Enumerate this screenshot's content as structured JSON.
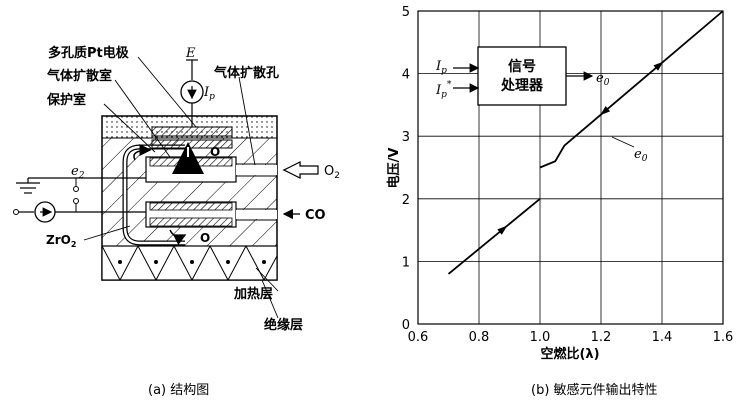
{
  "left": {
    "caption": "(a)  结构图",
    "labels": {
      "electrode": "多孔质Pt电极",
      "diffusion_chamber": "气体扩散室",
      "protect_chamber": "保护室",
      "diffusion_hole": "气体扩散孔",
      "E": "E",
      "Ip": "I",
      "Ip_sub": "p",
      "e2": "e",
      "e2_sub": "2",
      "O_top": "O",
      "O_bottom": "O",
      "O2": "O",
      "O2_sub": "2",
      "CO": "CO",
      "ZrO2": "ZrO",
      "ZrO2_sub": "2",
      "heater": "加热层",
      "insulator": "绝缘层"
    }
  },
  "right": {
    "caption": "(b)  敏感元件输出特性",
    "processor": {
      "line1": "信号",
      "line2": "处理器"
    },
    "inputs": {
      "ip": "I",
      "ip_sub": "p",
      "ipstar": "I",
      "ipstar_sub": "p",
      "ipstar_sup": "*"
    },
    "output": {
      "e": "e",
      "sub": "0"
    },
    "curve_label": {
      "e": "e",
      "sub": "0"
    }
  },
  "chart_data": {
    "type": "line",
    "xlabel": "空燃比(λ)",
    "ylabel": "电压/V",
    "xlim": [
      0.6,
      1.6
    ],
    "ylim": [
      0,
      5
    ],
    "xticks": [
      "0.6",
      "0.8",
      "1.0",
      "1.2",
      "1.4",
      "1.6"
    ],
    "yticks": [
      "0",
      "1",
      "2",
      "3",
      "4",
      "5"
    ],
    "grid": true,
    "series": [
      {
        "x": [
          0.7,
          1.0
        ],
        "y": [
          0.8,
          2.0
        ]
      },
      {
        "x": [
          1.0,
          1.05,
          1.08,
          1.6
        ],
        "y": [
          2.5,
          2.6,
          2.85,
          5.0
        ]
      }
    ]
  }
}
